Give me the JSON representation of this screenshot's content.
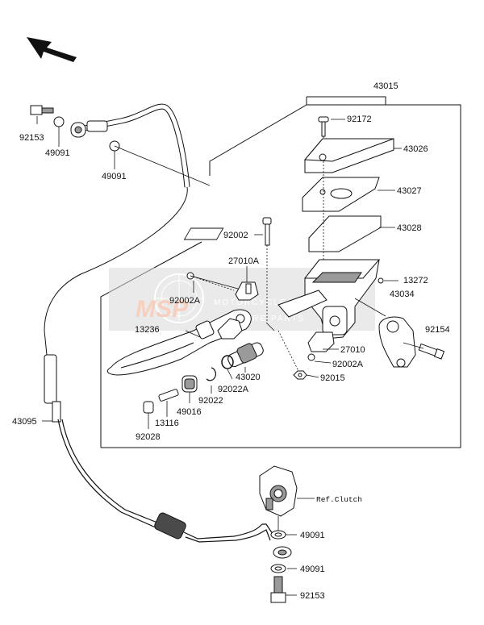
{
  "reference_label": "Ref.Clutch",
  "watermark": {
    "logo": "MSP",
    "line1": "MOTORCYCLE",
    "line2": "SPARE PARTS"
  },
  "part_numbers": {
    "p43015": "43015",
    "p92172": "92172",
    "p43026": "43026",
    "p43027": "43027",
    "p43028": "43028",
    "p92002": "92002",
    "p27010A": "27010A",
    "p92002A_top": "92002A",
    "p13272": "13272",
    "p43034": "43034",
    "p92154": "92154",
    "p13236": "13236",
    "p27010": "27010",
    "p92002A_bottom": "92002A",
    "p43020": "43020",
    "p92015": "92015",
    "p92022A": "92022A",
    "p92022": "92022",
    "p49016": "49016",
    "p13116": "13116",
    "p92028": "92028",
    "p92153_top": "92153",
    "p49091_a": "49091",
    "p49091_b": "49091",
    "p43095": "43095",
    "p49091_c": "49091",
    "p49091_d": "49091",
    "p92153_bottom": "92153"
  },
  "colors": {
    "line": "#111111",
    "part_fill": "#ffffff",
    "shade": "#9a9a9a",
    "dark": "#4a4a4a",
    "watermark_band": "#d9d9d9",
    "watermark_logo": "#f1a98a"
  }
}
